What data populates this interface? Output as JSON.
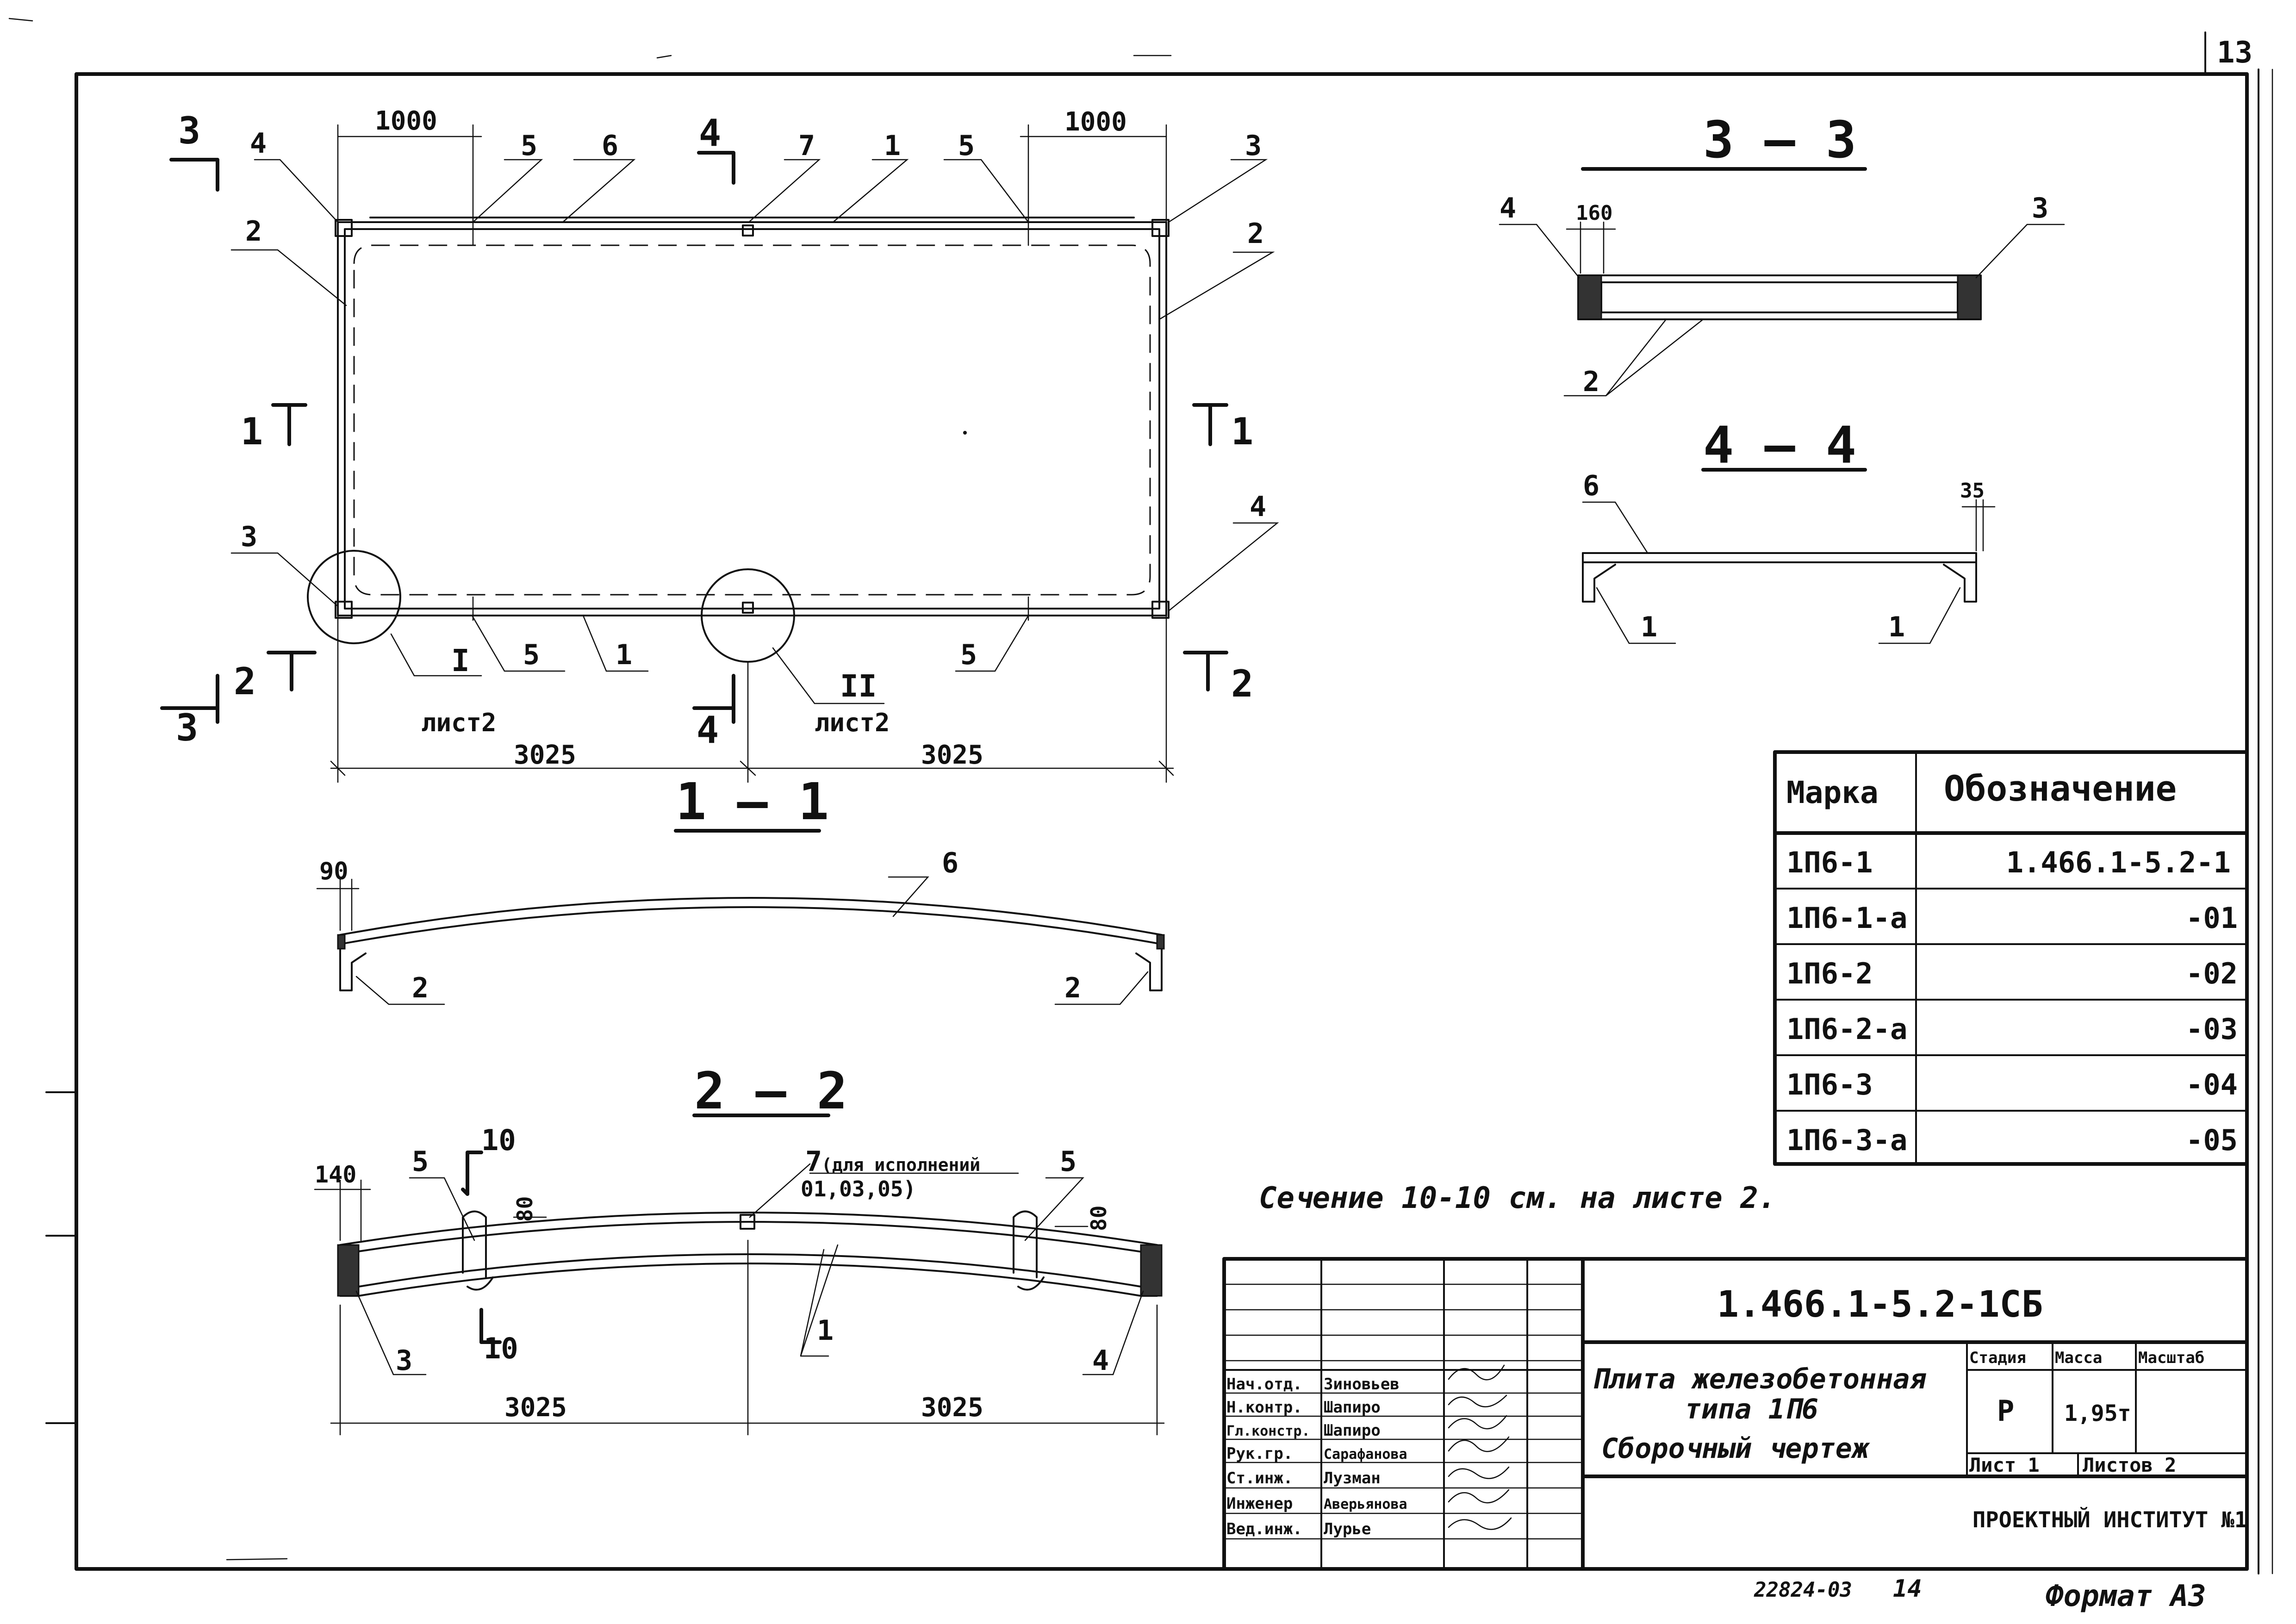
{
  "sheet": {
    "page_number": "13",
    "format": "Формат А3",
    "archive_number": "22824-03",
    "archive_page": "14"
  },
  "plan": {
    "title": "",
    "dims": {
      "left_end": "1000",
      "right_end": "1000",
      "half_left": "3025",
      "half_right": "3025"
    },
    "leaders": [
      "4",
      "5",
      "6",
      "7",
      "1",
      "5",
      "3",
      "2",
      "2",
      "3",
      "4",
      "5",
      "1",
      "5"
    ],
    "section_marks": [
      "3",
      "4",
      "1",
      "1",
      "2",
      "2",
      "3",
      "4"
    ],
    "callouts": [
      {
        "numeral": "I",
        "sheet": "лист2"
      },
      {
        "numeral": "II",
        "sheet": "лист2"
      }
    ]
  },
  "section_1_1": {
    "title": "1 — 1",
    "dim": "90",
    "leaders": [
      "6",
      "2",
      "2"
    ]
  },
  "section_2_2": {
    "title": "2 — 2",
    "dims": {
      "end": "140",
      "height_left": "80",
      "height_right": "80",
      "half_left": "3025",
      "half_right": "3025"
    },
    "leaders": [
      "5",
      "5",
      "7",
      "1",
      "3",
      "4"
    ],
    "note_7": "(для исполнений",
    "note_7_values": "01,03,05)",
    "section_marks": [
      "10",
      "10"
    ]
  },
  "section_3_3": {
    "title": "3 — 3",
    "dim": "160",
    "leaders": [
      "4",
      "3",
      "2"
    ]
  },
  "section_4_4": {
    "title": "4 — 4",
    "dim": "35",
    "leaders": [
      "6",
      "1",
      "1"
    ]
  },
  "marks_table": {
    "headers": [
      "Марка",
      "Обозначение"
    ],
    "rows": [
      {
        "mark": "1П6-1",
        "designation": "1.466.1-5.2-1"
      },
      {
        "mark": "1П6-1-а",
        "designation": "-01"
      },
      {
        "mark": "1П6-2",
        "designation": "-02"
      },
      {
        "mark": "1П6-2-а",
        "designation": "-03"
      },
      {
        "mark": "1П6-3",
        "designation": "-04"
      },
      {
        "mark": "1П6-3-а",
        "designation": "-05"
      }
    ]
  },
  "note": "Сечение 10-10 см. на листе 2.",
  "title_block": {
    "code": "1.466.1-5.2-1СБ",
    "name_line1": "Плита железобетонная",
    "name_line2": "типа 1П6",
    "name_line3": "Сборочный чертеж",
    "stage_label": "Стадия",
    "mass_label": "Масса",
    "scale_label": "Масштаб",
    "stage": "Р",
    "mass": "1,95т",
    "scale": "",
    "sheet_label": "Лист 1",
    "sheets_label": "Листов 2",
    "organization": "ПРОЕКТНЫЙ ИНСТИТУТ №1",
    "signatures": [
      {
        "role": "Нач.отд.",
        "name": "Зиновьев"
      },
      {
        "role": "Н.контр.",
        "name": "Шапиро"
      },
      {
        "role": "Гл.констр.",
        "name": "Шапиро"
      },
      {
        "role": "Рук.гр.",
        "name": "Сарафанова"
      },
      {
        "role": "Ст.инж.",
        "name": "Лузман"
      },
      {
        "role": "Инженер",
        "name": "Аверьянова"
      },
      {
        "role": "Вед.инж.",
        "name": "Лурье"
      }
    ]
  }
}
